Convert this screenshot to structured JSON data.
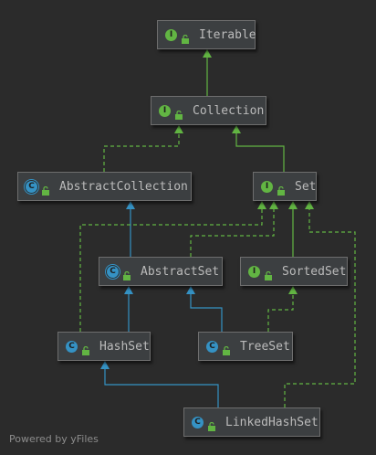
{
  "diagram": {
    "nodes": [
      {
        "id": "iterable",
        "label": "Iterable",
        "kind": "interface",
        "badge": "I"
      },
      {
        "id": "collection",
        "label": "Collection",
        "kind": "interface",
        "badge": "I"
      },
      {
        "id": "abstractcollection",
        "label": "AbstractCollection",
        "kind": "abstract",
        "badge": "C"
      },
      {
        "id": "set",
        "label": "Set",
        "kind": "interface",
        "badge": "I"
      },
      {
        "id": "abstractset",
        "label": "AbstractSet",
        "kind": "abstract",
        "badge": "C"
      },
      {
        "id": "sortedset",
        "label": "SortedSet",
        "kind": "interface",
        "badge": "I"
      },
      {
        "id": "hashset",
        "label": "HashSet",
        "kind": "class",
        "badge": "C"
      },
      {
        "id": "treeset",
        "label": "TreeSet",
        "kind": "class",
        "badge": "C"
      },
      {
        "id": "linkedhashset",
        "label": "LinkedHashSet",
        "kind": "class",
        "badge": "C"
      }
    ],
    "edges": [
      {
        "from": "collection",
        "to": "iterable",
        "type": "extends-interface"
      },
      {
        "from": "abstractcollection",
        "to": "collection",
        "type": "implements"
      },
      {
        "from": "set",
        "to": "collection",
        "type": "extends-interface"
      },
      {
        "from": "abstractset",
        "to": "abstractcollection",
        "type": "extends-class"
      },
      {
        "from": "abstractset",
        "to": "set",
        "type": "implements"
      },
      {
        "from": "sortedset",
        "to": "set",
        "type": "extends-interface"
      },
      {
        "from": "hashset",
        "to": "abstractset",
        "type": "extends-class"
      },
      {
        "from": "hashset",
        "to": "set",
        "type": "implements"
      },
      {
        "from": "treeset",
        "to": "abstractset",
        "type": "extends-class"
      },
      {
        "from": "treeset",
        "to": "sortedset",
        "type": "implements"
      },
      {
        "from": "linkedhashset",
        "to": "hashset",
        "type": "extends-class"
      },
      {
        "from": "linkedhashset",
        "to": "set",
        "type": "implements"
      }
    ],
    "colors": {
      "background": "#2b2b2b",
      "interface_edge": "#62b543",
      "class_edge": "#3592c4",
      "interface_badge": "#62b543",
      "class_badge": "#3592c4",
      "node_fill": "#3c3f41",
      "node_border": "#6e6e6e",
      "text": "#bbbbbb"
    }
  },
  "footer": {
    "text": "Powered by yFiles"
  }
}
